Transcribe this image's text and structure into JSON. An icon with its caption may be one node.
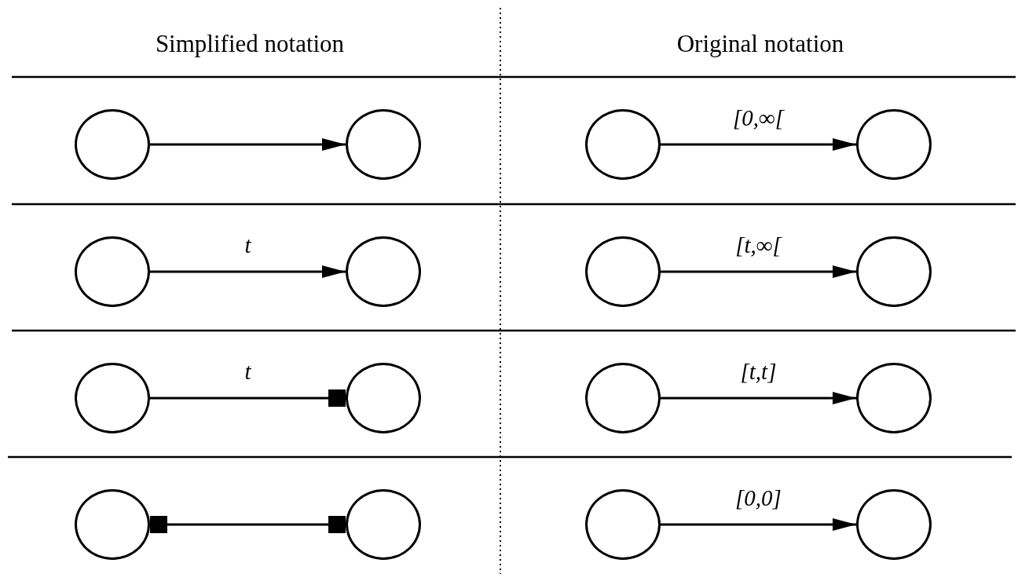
{
  "diagram": {
    "nodes": [
      {
        "text": [],
        "shape": "circle"
      },
      {
        "text": [],
        "shape": "circle"
      },
      {
        "text": [],
        "shape": "circle"
      },
      {
        "text": [],
        "shape": "circle"
      },
      {
        "text": [],
        "shape": "circle"
      },
      {
        "text": [],
        "shape": "circle"
      },
      {
        "text": [],
        "shape": "circle"
      },
      {
        "text": [],
        "shape": "circle"
      },
      {
        "text": [],
        "shape": "circle"
      },
      {
        "text": [],
        "shape": "circle"
      },
      {
        "text": [],
        "shape": "circle"
      },
      {
        "text": [],
        "shape": "circle"
      },
      {
        "text": [],
        "shape": "circle"
      },
      {
        "text": [],
        "shape": "circle"
      },
      {
        "text": [],
        "shape": "circle"
      },
      {
        "text": [],
        "shape": "circle"
      }
    ],
    "edges": [
      {
        "from": 0,
        "to": 1,
        "arrow": "to"
      },
      {
        "from": 2,
        "to": 3,
        "arrow": "to",
        "label": "[0,∞["
      },
      {
        "from": 4,
        "to": 5,
        "arrow": "to",
        "label": "t"
      },
      {
        "from": 6,
        "to": 7,
        "arrow": "to",
        "label": "[t,∞["
      },
      {
        "from": 8,
        "to": 9,
        "arrow": "other",
        "label": "t"
      },
      {
        "from": 10,
        "to": 11,
        "arrow": "to",
        "label": "[t,t]"
      },
      {
        "from": 12,
        "to": 13,
        "arrow": "other"
      },
      {
        "from": 14,
        "to": 15,
        "arrow": "to",
        "label": "[0,0]"
      }
    ],
    "labels": [
      "Simplified notation",
      "Original notation"
    ]
  }
}
